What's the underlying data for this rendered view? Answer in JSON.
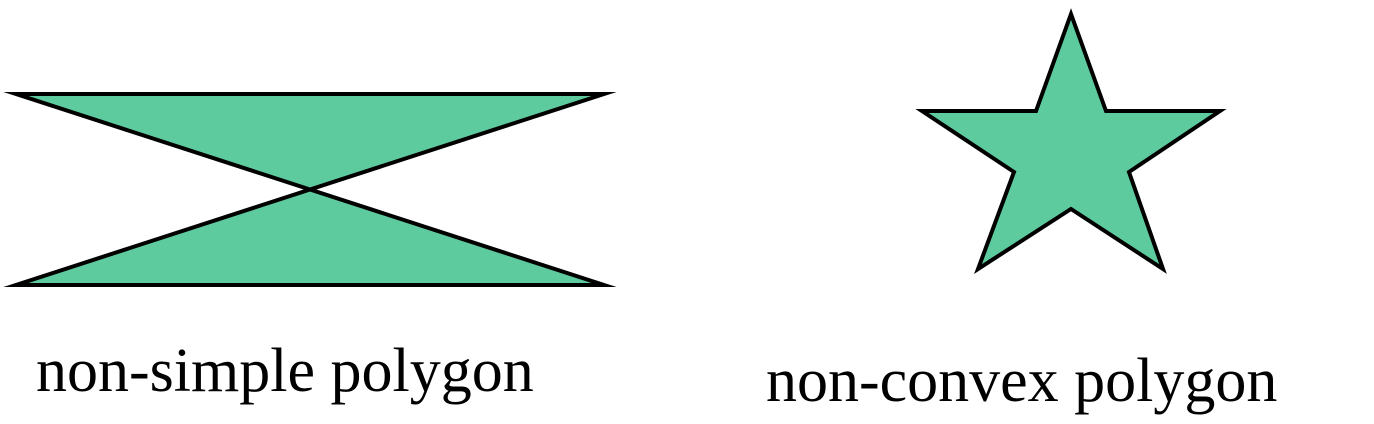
{
  "figures": [
    {
      "kind": "non-simple polygon",
      "caption": "non-simple polygon"
    },
    {
      "kind": "non-convex polygon",
      "caption": "non-convex polygon"
    }
  ],
  "colors": {
    "fill": "#5ecb9f",
    "stroke": "#000000",
    "background": "#ffffff",
    "text": "#000000"
  }
}
